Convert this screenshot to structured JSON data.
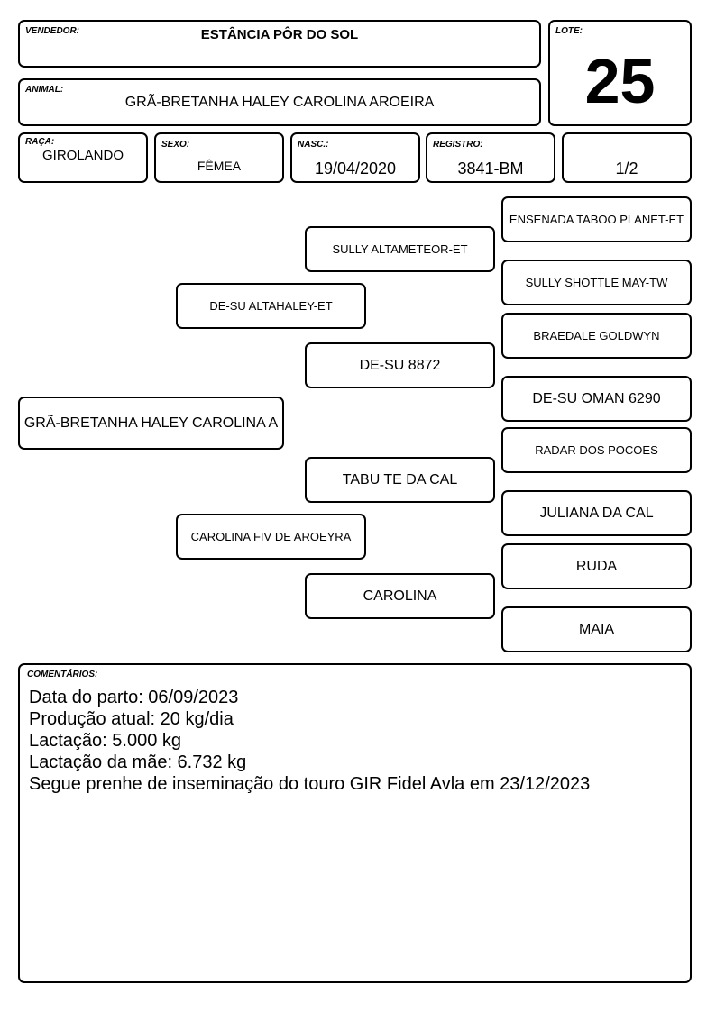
{
  "vendor": {
    "label": "VENDEDOR:",
    "value": "ESTÂNCIA PÔR DO SOL"
  },
  "lot": {
    "label": "LOTE:",
    "value": "25"
  },
  "animal": {
    "label": "ANIMAL:",
    "value": "GRÃ-BRETANHA HALEY CAROLINA AROEIRA"
  },
  "breed": {
    "label": "RAÇA:",
    "value": "GIROLANDO"
  },
  "sex": {
    "label": "SEXO:",
    "value": "FÊMEA"
  },
  "birth": {
    "label": "NASC.:",
    "value": "19/04/2020"
  },
  "registry": {
    "label": "REGISTRO:",
    "value": "3841-BM"
  },
  "fraction": {
    "value": "1/2"
  },
  "pedigree": {
    "animal": "GRÃ-BRETANHA HALEY CAROLINA A",
    "sire": "DE-SU ALTAHALEY-ET",
    "dam": "CAROLINA FIV DE AROEYRA",
    "sire_sire": "SULLY ALTAMETEOR-ET",
    "sire_dam": "DE-SU 8872",
    "dam_sire": "TABU TE DA CAL",
    "dam_dam": "CAROLINA",
    "ggp": [
      "ENSENADA TABOO PLANET-ET",
      "SULLY SHOTTLE MAY-TW",
      "BRAEDALE GOLDWYN",
      "DE-SU OMAN 6290",
      "RADAR DOS POCOES",
      "JULIANA DA CAL",
      "RUDA",
      "MAIA"
    ]
  },
  "comments": {
    "label": "COMENTÁRIOS:",
    "lines": [
      "Data do parto: 06/09/2023",
      "Produção atual: 20 kg/dia",
      "Lactação: 5.000 kg",
      "Lactação da mãe: 6.732 kg",
      "Segue prenhe de inseminação do touro GIR Fidel Avla em 23/12/2023"
    ]
  }
}
